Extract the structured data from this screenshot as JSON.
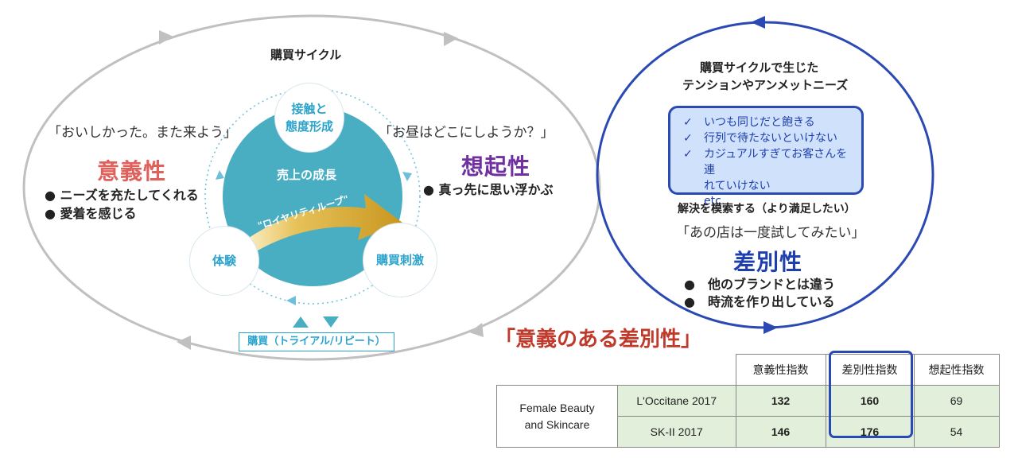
{
  "purchase_cycle": {
    "title": "購買サイクル",
    "quote_left": "「おいしかった。また来よう」",
    "quote_right": "「お昼はどこにしようか？」",
    "meaningful": {
      "title": "意義性",
      "bullets": [
        "● ニーズを充たしてくれる",
        "● 愛着を感じる"
      ]
    },
    "salience": {
      "title": "想起性",
      "bullets": [
        "● 真っ先に思い浮かぶ"
      ]
    },
    "center_label": "売上の成長",
    "loop_label": "\"ロイヤリティループ\"",
    "nodes": {
      "contact": "接触と\n態度形成",
      "experience": "体験",
      "stimulus": "購買刺激"
    },
    "purchase_label": "購買（トライアル/リピート）"
  },
  "tension_cycle": {
    "title_line1": "購買サイクルで生じた",
    "title_line2": "テンションやアンメットニーズ",
    "needs": [
      "いつも同じだと飽きる",
      "行列で待たないといけない",
      "カジュアルすぎてお客さんを連\nれていけない"
    ],
    "needs_etc": "etc.",
    "resolve": "解決を模索する（より満足したい）",
    "quote": "「あの店は一度試してみたい」",
    "different": {
      "title": "差別性",
      "bullets": [
        "●　他のブランドとは違う",
        "●　時流を作り出している"
      ]
    }
  },
  "summary_title": "「意義のある差別性」",
  "table": {
    "headers": [
      "意義性指数",
      "差別性指数",
      "想起性指数"
    ],
    "category": "Female Beauty\nand Skincare",
    "rows": [
      {
        "brand": "L'Occitane 2017",
        "meaningful": "132",
        "different": "160",
        "salient": "69"
      },
      {
        "brand": "SK-II 2017",
        "meaningful": "146",
        "different": "176",
        "salient": "54"
      }
    ]
  },
  "colors": {
    "cycle_gray": "#c0c0c0",
    "teal": "#4aaec3",
    "node_text": "#2aa3cc",
    "gold": "#d4a72a",
    "navy": "#2a49b3",
    "red": "#e0605c",
    "purple": "#7030a0",
    "table_green": "#e2efda"
  }
}
